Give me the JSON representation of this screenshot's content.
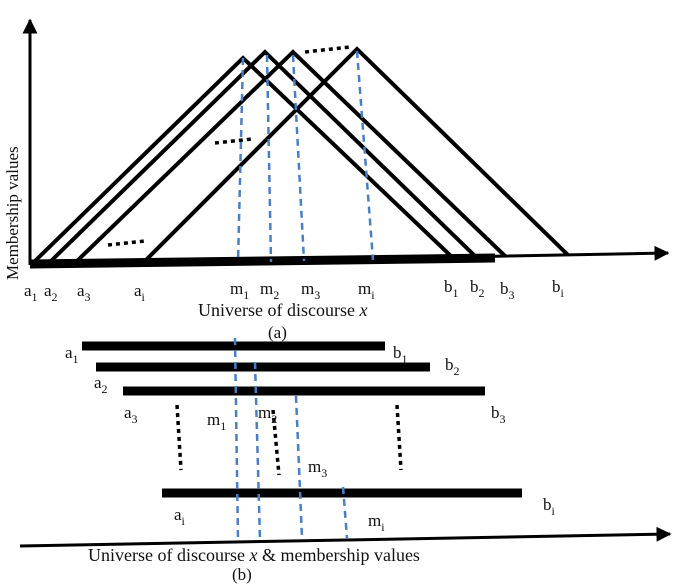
{
  "panel_a": {
    "y_axis_label": "Membership values",
    "x_axis_label_text": "Universe of discourse ",
    "x_axis_label_var": "x",
    "caption": "(a)",
    "tick_labels": [
      {
        "base": "a",
        "sub": "1"
      },
      {
        "base": "a",
        "sub": "2"
      },
      {
        "base": "a",
        "sub": "3"
      },
      {
        "base": "a",
        "sub": "i"
      },
      {
        "base": "m",
        "sub": "1"
      },
      {
        "base": "m",
        "sub": "2"
      },
      {
        "base": "m",
        "sub": "3"
      },
      {
        "base": "m",
        "sub": "i"
      },
      {
        "base": "b",
        "sub": "1"
      },
      {
        "base": "b",
        "sub": "2"
      },
      {
        "base": "b",
        "sub": "3"
      },
      {
        "base": "b",
        "sub": "i"
      }
    ]
  },
  "panel_b": {
    "axis_label_text": "Universe of discourse ",
    "axis_label_var": "x",
    "axis_label_rest": " & membership values",
    "caption": "(b)",
    "labels": [
      {
        "base": "a",
        "sub": "1"
      },
      {
        "base": "b",
        "sub": "1"
      },
      {
        "base": "b",
        "sub": "2"
      },
      {
        "base": "a",
        "sub": "2"
      },
      {
        "base": "a",
        "sub": "3"
      },
      {
        "base": "b",
        "sub": "3"
      },
      {
        "base": "m",
        "sub": "1"
      },
      {
        "base": "m",
        "sub": "2"
      },
      {
        "base": "m",
        "sub": "3"
      },
      {
        "base": "a",
        "sub": "i"
      },
      {
        "base": "b",
        "sub": "i"
      },
      {
        "base": "m",
        "sub": "i"
      }
    ]
  }
}
